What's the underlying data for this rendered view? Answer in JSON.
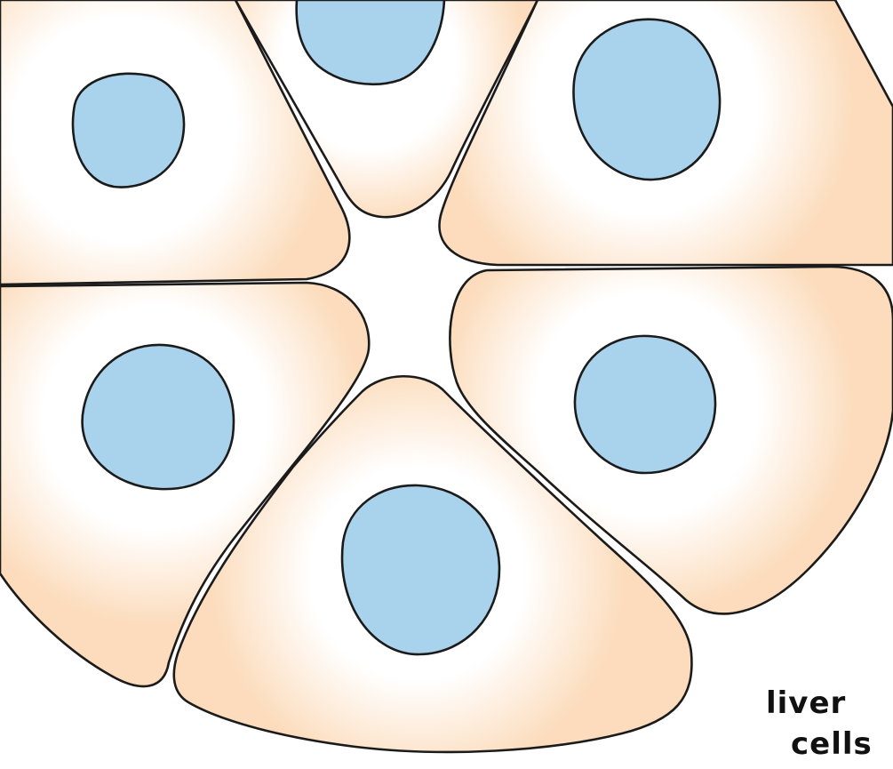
{
  "diagram": {
    "label_lines": [
      "liver",
      "cells"
    ],
    "colors": {
      "cytoplasm": "#fcdcbc",
      "cytoplasm_center": "#ffffff",
      "nucleus": "#a9d3ec",
      "outline": "#1b1b1b",
      "background": "#ffffff"
    },
    "cells": [
      {
        "name": "top-left-cell"
      },
      {
        "name": "top-center-cell"
      },
      {
        "name": "top-right-cell"
      },
      {
        "name": "middle-left-cell"
      },
      {
        "name": "middle-right-cell"
      },
      {
        "name": "bottom-center-cell"
      }
    ]
  }
}
